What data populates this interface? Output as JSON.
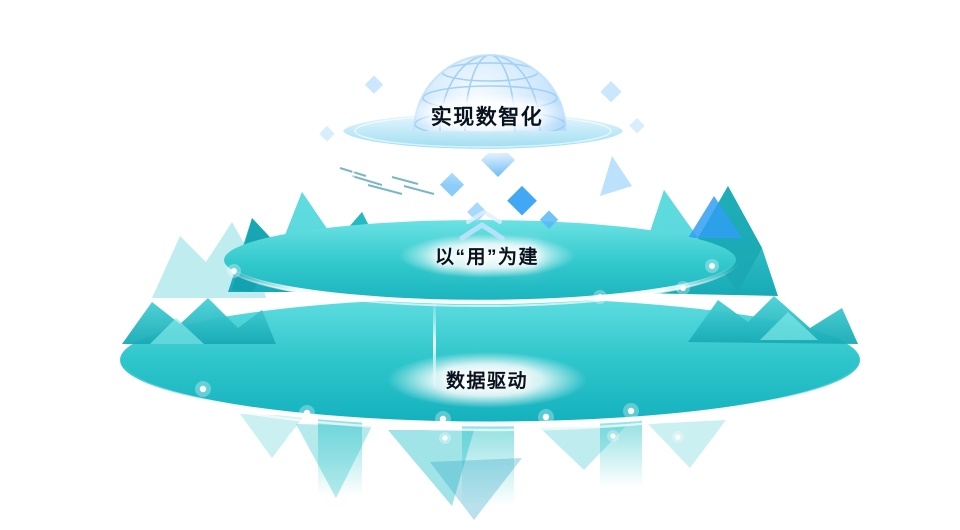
{
  "diagram": {
    "layers": [
      {
        "id": "top",
        "label": "实现数智化"
      },
      {
        "id": "middle",
        "label": "以“用”为建"
      },
      {
        "id": "bottom",
        "label": "数据驱动"
      }
    ]
  },
  "colors": {
    "teal": "#2cc4c9",
    "teal_light": "#6ce2e4",
    "teal_dark": "#14b1be",
    "blue": "#2f9ff2",
    "blue_light": "#9fd4fb",
    "dome_blue": "#85c2f2",
    "text": "#08131f",
    "glow": "#ffffff"
  }
}
